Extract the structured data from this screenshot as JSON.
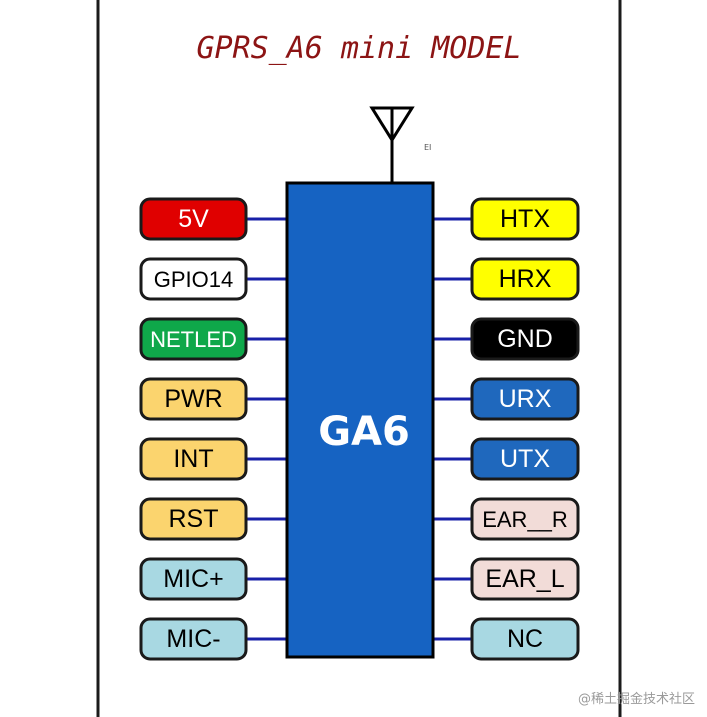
{
  "title": "GPRS_A6 mini MODEL",
  "chip_label": "GA6",
  "antenna_label": "EI",
  "watermark": "@稀土掘金技术社区",
  "colors": {
    "frame": "#1b1b1b",
    "title": "#8c1414",
    "chip": "#1663c2",
    "wire": "#1820a8"
  },
  "left_pins": [
    {
      "label": "5V",
      "fill": "#e00000",
      "text": "#ffffff"
    },
    {
      "label": "GPIO14",
      "fill": "#ffffff",
      "text": "#000000"
    },
    {
      "label": "NETLED",
      "fill": "#0fa84a",
      "text": "#ffffff"
    },
    {
      "label": "PWR",
      "fill": "#fbd46e",
      "text": "#000000"
    },
    {
      "label": "INT",
      "fill": "#fbd46e",
      "text": "#000000"
    },
    {
      "label": "RST",
      "fill": "#fbd46e",
      "text": "#000000"
    },
    {
      "label": "MIC+",
      "fill": "#a8d8e2",
      "text": "#000000"
    },
    {
      "label": "MIC-",
      "fill": "#a8d8e2",
      "text": "#000000"
    }
  ],
  "right_pins": [
    {
      "label": "HTX",
      "fill": "#ffff00",
      "text": "#000000"
    },
    {
      "label": "HRX",
      "fill": "#ffff00",
      "text": "#000000"
    },
    {
      "label": "GND",
      "fill": "#000000",
      "text": "#ffffff"
    },
    {
      "label": "URX",
      "fill": "#1f68bd",
      "text": "#ffffff"
    },
    {
      "label": "UTX",
      "fill": "#1f68bd",
      "text": "#ffffff"
    },
    {
      "label": "EAR__R",
      "fill": "#f2dcd8",
      "text": "#000000"
    },
    {
      "label": "EAR_L",
      "fill": "#f2dcd8",
      "text": "#000000"
    },
    {
      "label": "NC",
      "fill": "#a8d8e2",
      "text": "#000000"
    }
  ]
}
